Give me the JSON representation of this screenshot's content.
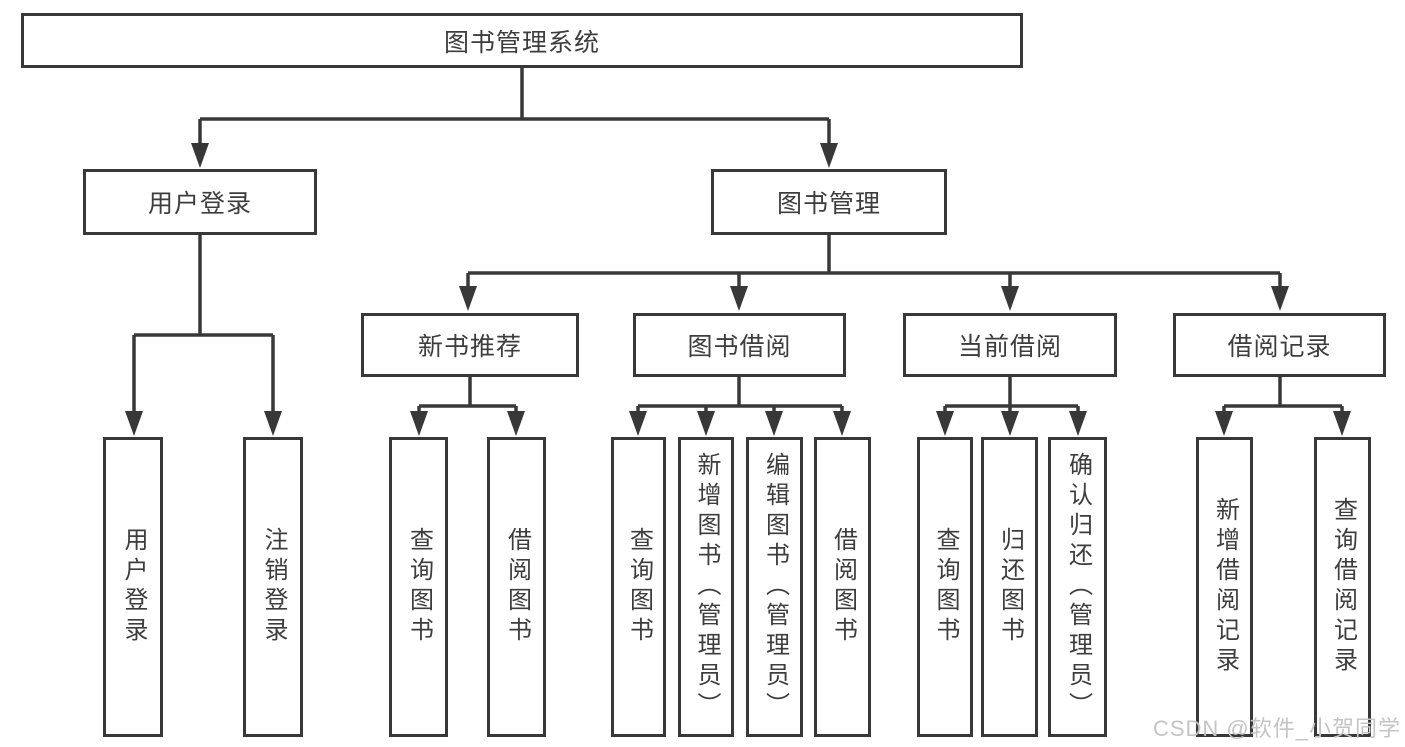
{
  "diagram": {
    "type": "hierarchy",
    "root": {
      "label": "图书管理系统"
    },
    "level2": {
      "user_login": {
        "label": "用户登录"
      },
      "book_mgmt": {
        "label": "图书管理"
      }
    },
    "level3": {
      "new_books": {
        "label": "新书推荐"
      },
      "borrowing": {
        "label": "图书借阅"
      },
      "current": {
        "label": "当前借阅"
      },
      "records": {
        "label": "借阅记录"
      }
    },
    "leaves": {
      "user_login_leaf": {
        "label": "用户登录",
        "parent": "用户登录"
      },
      "logout_leaf": {
        "label": "注销登录",
        "parent": "用户登录"
      },
      "nb_query": {
        "label": "查询图书",
        "parent": "新书推荐"
      },
      "nb_borrow": {
        "label": "借阅图书",
        "parent": "新书推荐"
      },
      "bw_query": {
        "label": "查询图书",
        "parent": "图书借阅"
      },
      "bw_add": {
        "label": "新增图书（管理员）",
        "parent": "图书借阅"
      },
      "bw_edit": {
        "label": "编辑图书（管理员）",
        "parent": "图书借阅"
      },
      "bw_borrow": {
        "label": "借阅图书",
        "parent": "图书借阅"
      },
      "cur_query": {
        "label": "查询图书",
        "parent": "当前借阅"
      },
      "cur_return": {
        "label": "归还图书",
        "parent": "当前借阅"
      },
      "cur_confirm": {
        "label": "确认归还（管理员）",
        "parent": "当前借阅"
      },
      "rec_add": {
        "label": "新增借阅记录",
        "parent": "借阅记录"
      },
      "rec_query": {
        "label": "查询借阅记录",
        "parent": "借阅记录"
      }
    }
  },
  "watermark": {
    "text": "CSDN @软件_小贺同学"
  },
  "colors": {
    "line": "#383838",
    "box_border": "#383838",
    "text": "#3d3d3d",
    "background": "#ffffff",
    "watermark": "#c4c4c4"
  }
}
